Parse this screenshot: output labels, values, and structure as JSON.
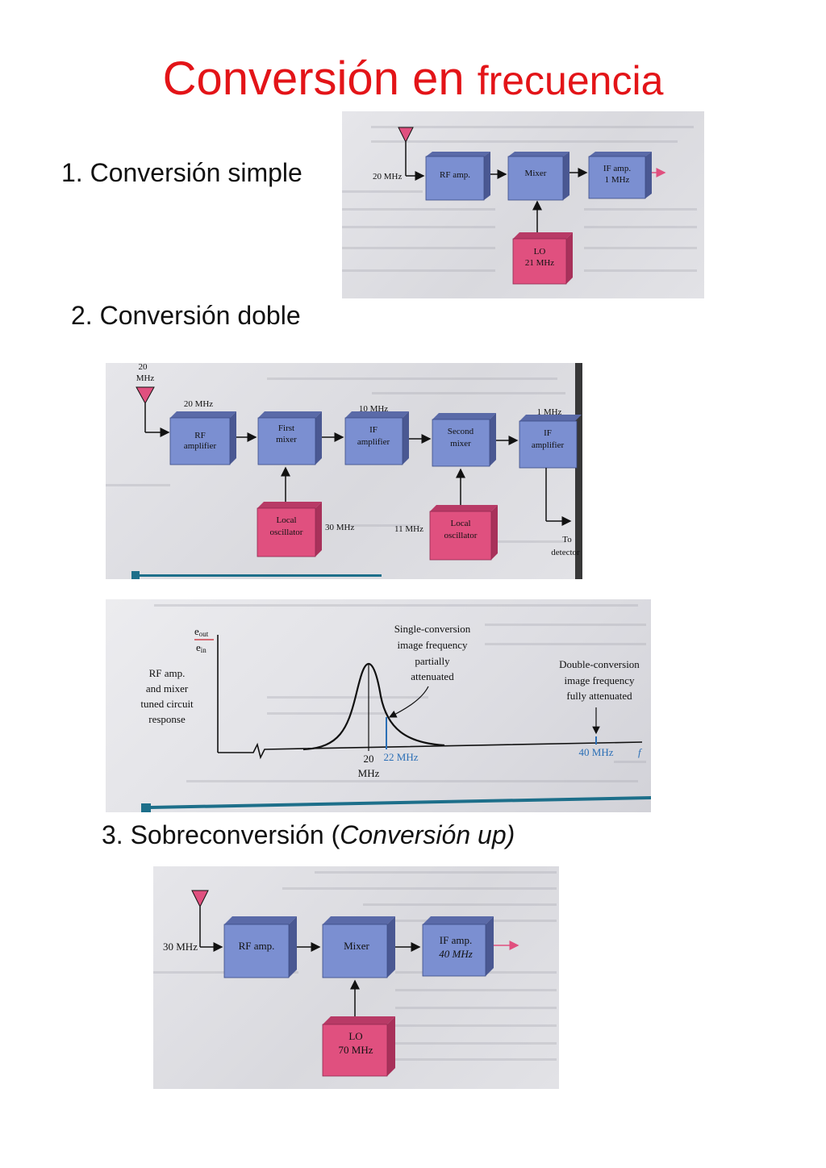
{
  "title": {
    "part1": "Conversión en",
    "part2": "frecuencia"
  },
  "sections": {
    "s1": "1. Conversión simple",
    "s2": "2. Conversión doble",
    "s3_main": "3. Sobreconversión (",
    "s3_italic": "Conversión up)"
  },
  "diagram1": {
    "input": "20 MHz",
    "rf": "RF amp.",
    "mixer": "Mixer",
    "if_line1": "IF amp.",
    "if_line2": "1 MHz",
    "lo_line1": "LO",
    "lo_line2": "21 MHz"
  },
  "diagram2": {
    "antenna_1": "20",
    "antenna_2": "MHz",
    "freq_a": "20 MHz",
    "freq_b": "10 MHz",
    "freq_c": "1 MHz",
    "rf_1": "RF",
    "rf_2": "amplifier",
    "mix1_1": "First",
    "mix1_2": "mixer",
    "if1_1": "IF",
    "if1_2": "amplifier",
    "mix2_1": "Second",
    "mix2_2": "mixer",
    "if2_1": "IF",
    "if2_2": "amplifier",
    "lo1_1": "Local",
    "lo1_2": "oscillator",
    "lo1_freq": "30 MHz",
    "lo2_1": "Local",
    "lo2_2": "oscillator",
    "lo2_freq": "11 MHz",
    "out_1": "To",
    "out_2": "detector"
  },
  "response": {
    "ylabel_num": "e",
    "ylabel_num_sub": "out",
    "ylabel_den": "e",
    "ylabel_den_sub": "in",
    "left_1": "RF amp.",
    "left_2": "and mixer",
    "left_3": "tuned circuit",
    "left_4": "response",
    "single_1": "Single-conversion",
    "single_2": "image frequency",
    "single_3": "partially",
    "single_4": "attenuated",
    "double_1": "Double-conversion",
    "double_2": "image frequency",
    "double_3": "fully attenuated",
    "x20_1": "20",
    "x20_2": "MHz",
    "x22": "22 MHz",
    "x40": "40 MHz",
    "xf": "f"
  },
  "diagram3": {
    "input": "30 MHz",
    "rf": "RF amp.",
    "mixer": "Mixer",
    "if_line1": "IF amp.",
    "if_line2": "40 MHz",
    "lo_line1": "LO",
    "lo_line2": "70 MHz"
  },
  "colors": {
    "title": "#e31418",
    "block_blue": "#7b8fd1",
    "block_pink": "#e0507f",
    "accent_blue": "#2b6fb6",
    "teal_rule": "#1d6f8a"
  }
}
